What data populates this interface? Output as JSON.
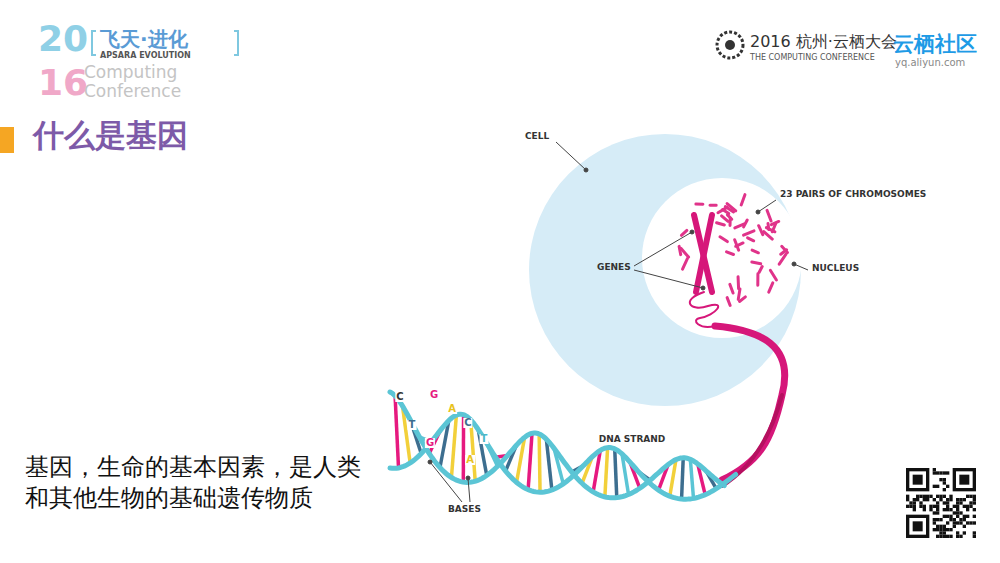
{
  "diagram": {
    "title": "什么是基因",
    "labels": [
      "20",
      "16",
      "飞天·进化",
      "APSARA EVOLUTION",
      "Computing",
      "Conference",
      "2016 杭州·云栖大会",
      "THE COMPUTING CONFERENCE",
      "云栖社区",
      "yq.aliyun.com",
      "基因，生命的基本因素，是人类和其他生物的基础遗传物质",
      "CELL",
      "23 PAIRS OF CHROMOSOMES",
      "GENES",
      "NUCLEUS",
      "DNA STRAND",
      "BASES",
      "C",
      "G",
      "A",
      "T",
      "C",
      "T",
      "G",
      "A"
    ]
  }
}
